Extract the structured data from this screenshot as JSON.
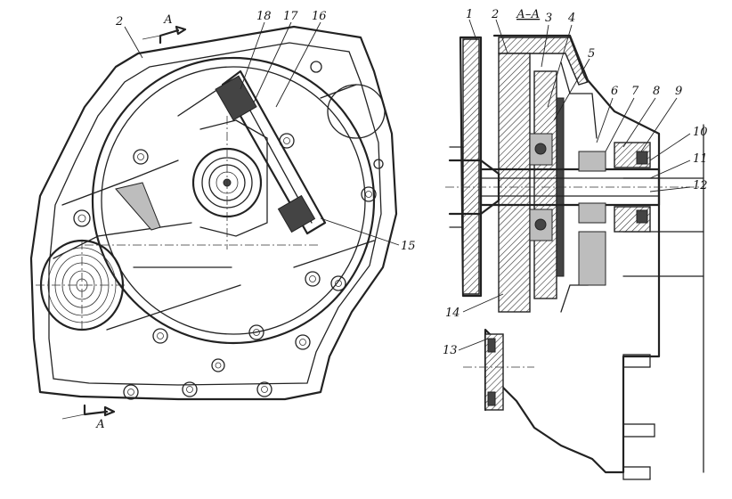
{
  "figure": {
    "section_title": "А–А",
    "section_mark": "А",
    "labels": {
      "n1": "1",
      "n2": "2",
      "n3": "3",
      "n4": "4",
      "n5": "5",
      "n6": "6",
      "n7": "7",
      "n8": "8",
      "n9": "9",
      "n10": "10",
      "n11": "11",
      "n12": "12",
      "n13": "13",
      "n14": "14",
      "n15": "15",
      "n16": "16",
      "n17": "17",
      "n18": "18"
    },
    "views": [
      "front-view-clutch-housing",
      "section-view-a-a"
    ]
  }
}
